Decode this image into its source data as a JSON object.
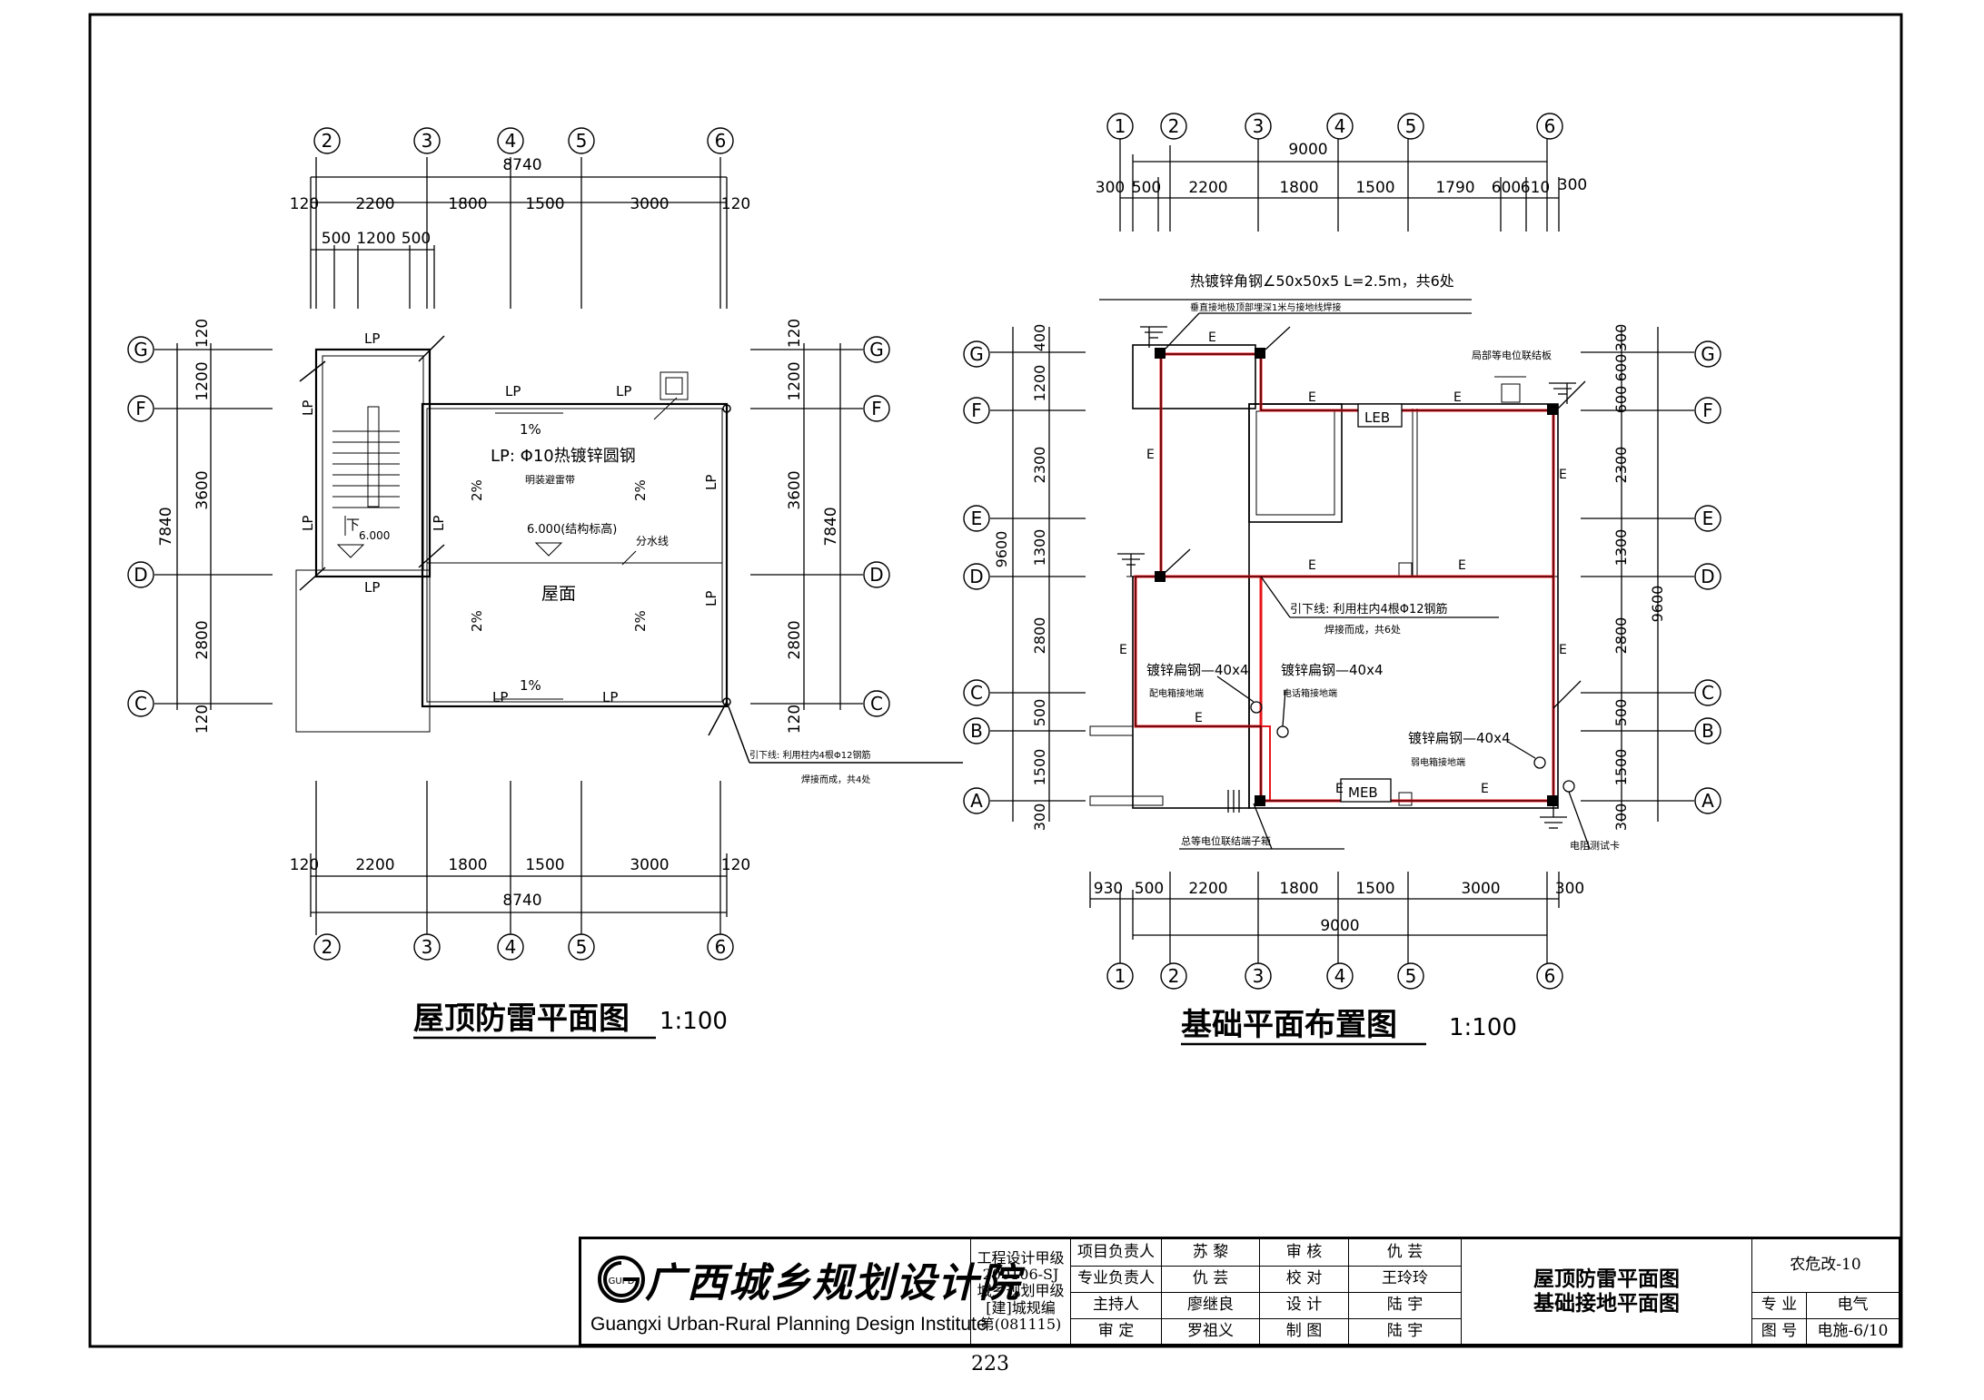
{
  "left_plan": {
    "title": "屋顶防雷平面图",
    "scale": "1:100",
    "top_axes": [
      "2",
      "3",
      "4",
      "5",
      "6"
    ],
    "top_total": "8740",
    "top_dims": [
      "120",
      "2200",
      "1800",
      "1500",
      "3000",
      "120"
    ],
    "top_sub_dims": [
      "500",
      "1200",
      "500"
    ],
    "bottom_axes": [
      "2",
      "3",
      "4",
      "5",
      "6"
    ],
    "bottom_total": "8740",
    "bottom_dims": [
      "120",
      "2200",
      "1800",
      "1500",
      "3000",
      "120"
    ],
    "row_axes": [
      "G",
      "F",
      "D",
      "C"
    ],
    "left_dims": [
      "120",
      "1200",
      "3600",
      "2800",
      "120"
    ],
    "left_total": "7840",
    "right_dims": [
      "120",
      "1200",
      "3600",
      "2800",
      "120"
    ],
    "right_total": "7840",
    "lp": "LP",
    "slope_1": "1%",
    "slope_2": "2%",
    "lp_note": "LP: Φ10热镀锌圆钢",
    "lp_note_2": "明装避雷带",
    "elevation": "6.000(结构标高)",
    "stair_down": "下",
    "stair_elev": "6.000",
    "divide_line": "分水线",
    "roof": "屋面",
    "down_lead": "引下线: 利用柱内4根Φ12钢筋",
    "down_lead_2": "焊接而成，共4处"
  },
  "right_plan": {
    "title": "基础平面布置图",
    "scale": "1:100",
    "top_axes": [
      "1",
      "2",
      "3",
      "4",
      "5",
      "6"
    ],
    "top_total": "9000",
    "top_dims": [
      "300",
      "500",
      "2200",
      "1800",
      "1500",
      "1790",
      "600",
      "610",
      "300"
    ],
    "bottom_axes": [
      "1",
      "2",
      "3",
      "4",
      "5",
      "6"
    ],
    "bottom_total": "9000",
    "bottom_dims": [
      "930",
      "500",
      "2200",
      "1800",
      "1500",
      "3000",
      "300"
    ],
    "left_axes": [
      "G",
      "F",
      "E",
      "D",
      "C",
      "B",
      "A"
    ],
    "right_axes": [
      "G",
      "F",
      "E",
      "D",
      "C",
      "B",
      "A"
    ],
    "left_dims": [
      "400",
      "1200",
      "2300",
      "1300",
      "2800",
      "500",
      "1500",
      "300"
    ],
    "left_total": "9600",
    "right_dims": [
      "300",
      "600",
      "600",
      "2300",
      "1300",
      "2800",
      "500",
      "1500",
      "300"
    ],
    "right_total": "9600",
    "e": "E",
    "leb": "LEB",
    "meb": "MEB",
    "note_electrode": "热镀锌角钢∠50x50x5  L=2.5m，共6处",
    "note_electrode_2": "垂直接地极顶部埋深1米与接地线焊接",
    "note_leb": "局部等电位联结板",
    "note_down": "引下线: 利用柱内4根Φ12钢筋",
    "note_down_2": "焊接而成，共6处",
    "note_flat1": "镀锌扁钢—40x4",
    "note_flat1_2": "配电箱接地端",
    "note_flat2": "镀锌扁钢—40x4",
    "note_flat2_2": "电话箱接地端",
    "note_flat3": "镀锌扁钢—40x4",
    "note_flat3_2": "弱电箱接地端",
    "note_meb": "总等电位联结端子箱",
    "note_test": "电阻测试卡"
  },
  "title_block": {
    "institute_cn": "广西城乡规划设计院",
    "institute_en": "Guangxi Urban-Rural Planning Design Institute",
    "logo": "GUPD",
    "cert": [
      "工程设计甲级",
      "200106-SJ",
      "城乡规划甲级",
      "[建]城规编",
      "第(081115)"
    ],
    "roles_left": [
      "项目负责人",
      "专业负责人",
      "主持人",
      "审 定"
    ],
    "names_left": [
      "苏 黎",
      "仇 芸",
      "廖继良",
      "罗祖义"
    ],
    "roles_right": [
      "审 核",
      "校 对",
      "设 计",
      "制 图"
    ],
    "names_right": [
      "仇 芸",
      "王玲玲",
      "陆 宇",
      "陆 宇"
    ],
    "drawing_title_1": "屋顶防雷平面图",
    "drawing_title_2": "基础接地平面图",
    "project": "农危改-10",
    "discipline_label": "专 业",
    "discipline": "电气",
    "number_label": "图 号",
    "number": "电施-6/10"
  },
  "page_number": "223",
  "colors": {
    "ground_line": "#e8141b",
    "ink": "#000000"
  }
}
